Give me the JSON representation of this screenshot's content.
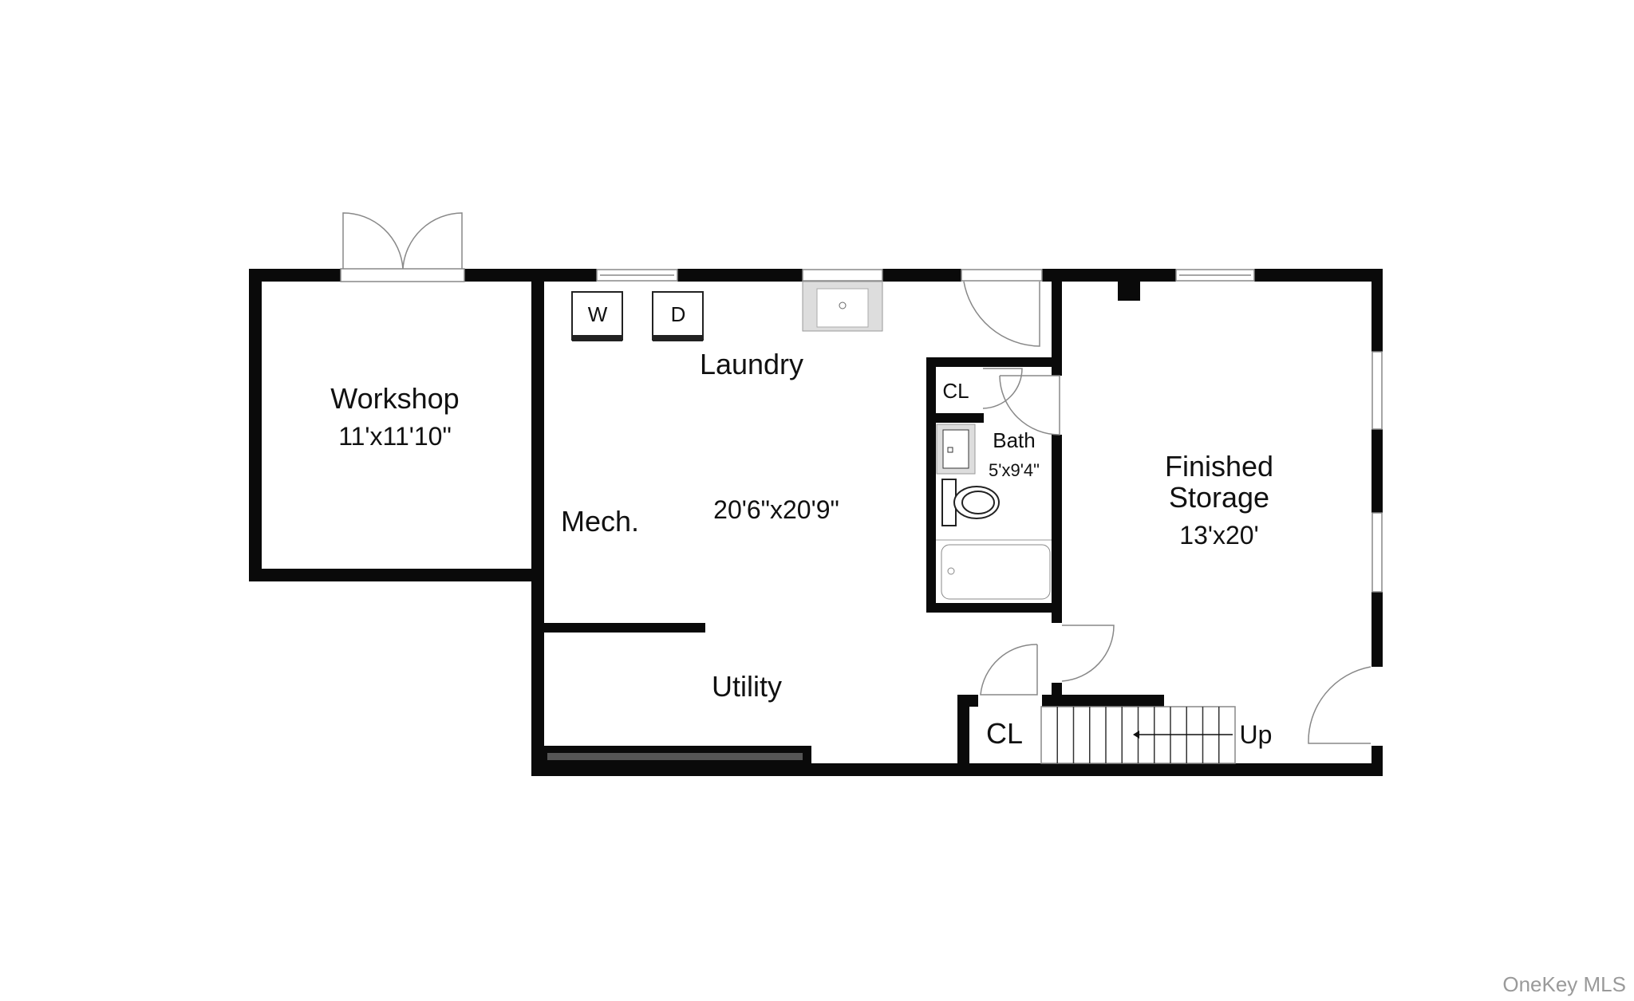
{
  "rooms": {
    "workshop": {
      "name": "Workshop",
      "size": "11'x11'10\""
    },
    "laundry": {
      "name": "Laundry"
    },
    "mech": {
      "name": "Mech."
    },
    "main_size": "20'6\"x20'9\"",
    "utility": {
      "name": "Utility"
    },
    "bath": {
      "name": "Bath",
      "size": "5'x9'4\""
    },
    "bath_closet": {
      "name": "CL"
    },
    "stair_closet": {
      "name": "CL"
    },
    "finished_storage": {
      "name_line1": "Finished",
      "name_line2": "Storage",
      "size": "13'x20'"
    }
  },
  "fixtures": {
    "washer": "W",
    "dryer": "D",
    "stairs_label": "Up"
  },
  "watermark": "OneKey MLS",
  "colors": {
    "wall": "#0a0a0a",
    "background": "#ffffff"
  }
}
